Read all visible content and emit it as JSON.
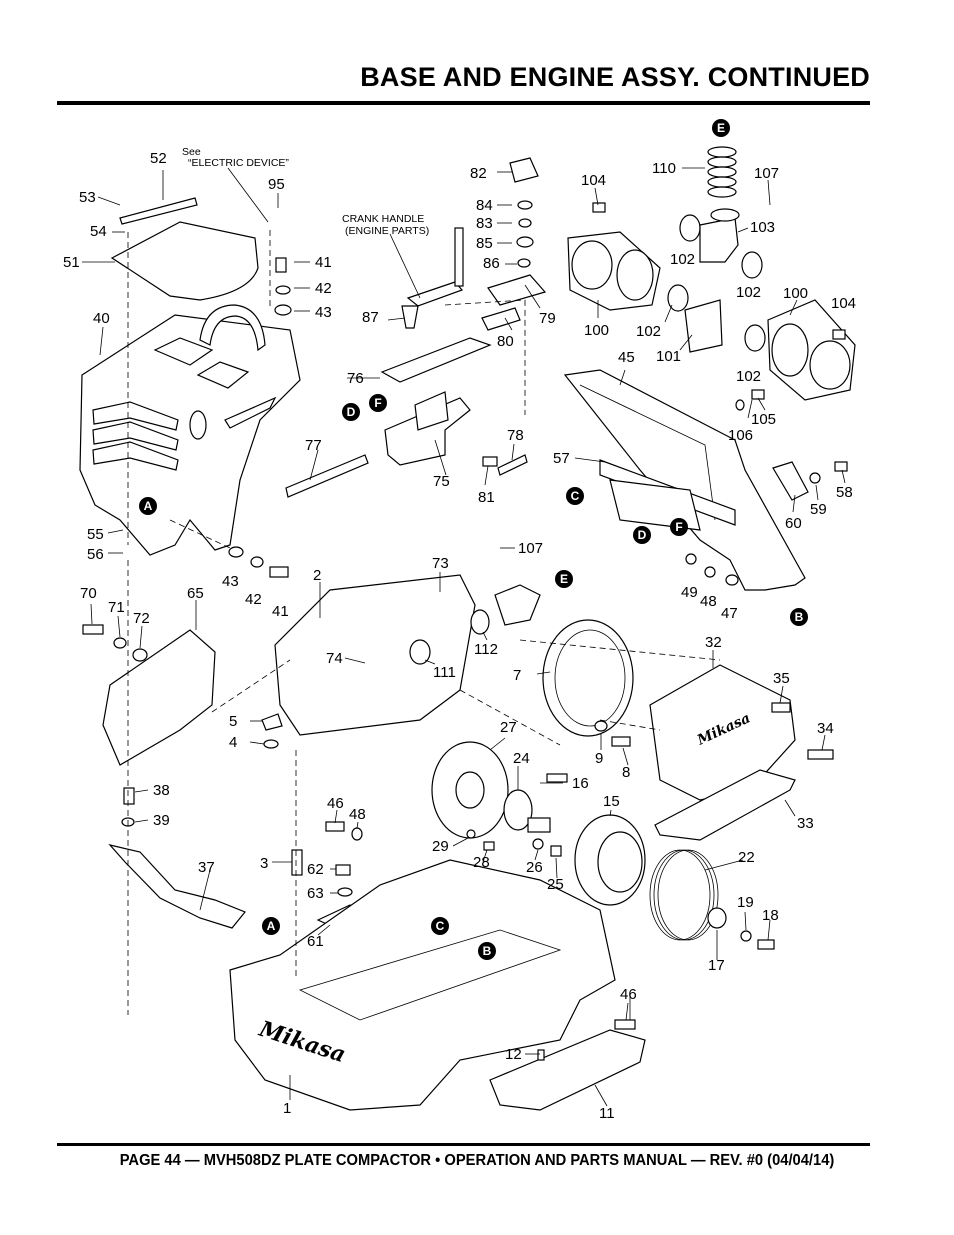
{
  "page": {
    "title": "BASE AND ENGINE ASSY. CONTINUED",
    "footer": "PAGE 44 — MVH508DZ PLATE COMPACTOR • OPERATION AND PARTS MANUAL — REV. #0 (04/04/14)"
  },
  "notes": {
    "see_line1": "See",
    "see_line2": "“ELECTRIC DEVICE”",
    "crank_line1": "CRANK HANDLE",
    "crank_line2": "(ENGINE PARTS)"
  },
  "callouts": [
    "A",
    "A",
    "B",
    "B",
    "C",
    "C",
    "D",
    "D",
    "E",
    "E",
    "F",
    "F"
  ],
  "part_labels": [
    "1",
    "2",
    "3",
    "4",
    "5",
    "7",
    "8",
    "9",
    "11",
    "12",
    "15",
    "16",
    "17",
    "18",
    "19",
    "22",
    "24",
    "25",
    "26",
    "27",
    "28",
    "29",
    "32",
    "33",
    "34",
    "35",
    "37",
    "38",
    "39",
    "40",
    "41",
    "41",
    "42",
    "42",
    "43",
    "43",
    "45",
    "46",
    "46",
    "47",
    "48",
    "48",
    "49",
    "51",
    "52",
    "53",
    "54",
    "55",
    "56",
    "57",
    "58",
    "59",
    "60",
    "61",
    "62",
    "63",
    "65",
    "70",
    "71",
    "72",
    "73",
    "74",
    "75",
    "76",
    "77",
    "78",
    "79",
    "80",
    "81",
    "82",
    "83",
    "84",
    "85",
    "86",
    "87",
    "95",
    "100",
    "100",
    "101",
    "102",
    "102",
    "102",
    "102",
    "103",
    "104",
    "104",
    "105",
    "106",
    "107",
    "107",
    "110",
    "111",
    "112"
  ],
  "brand_marks": [
    "Mikasa",
    "Mikasa"
  ]
}
